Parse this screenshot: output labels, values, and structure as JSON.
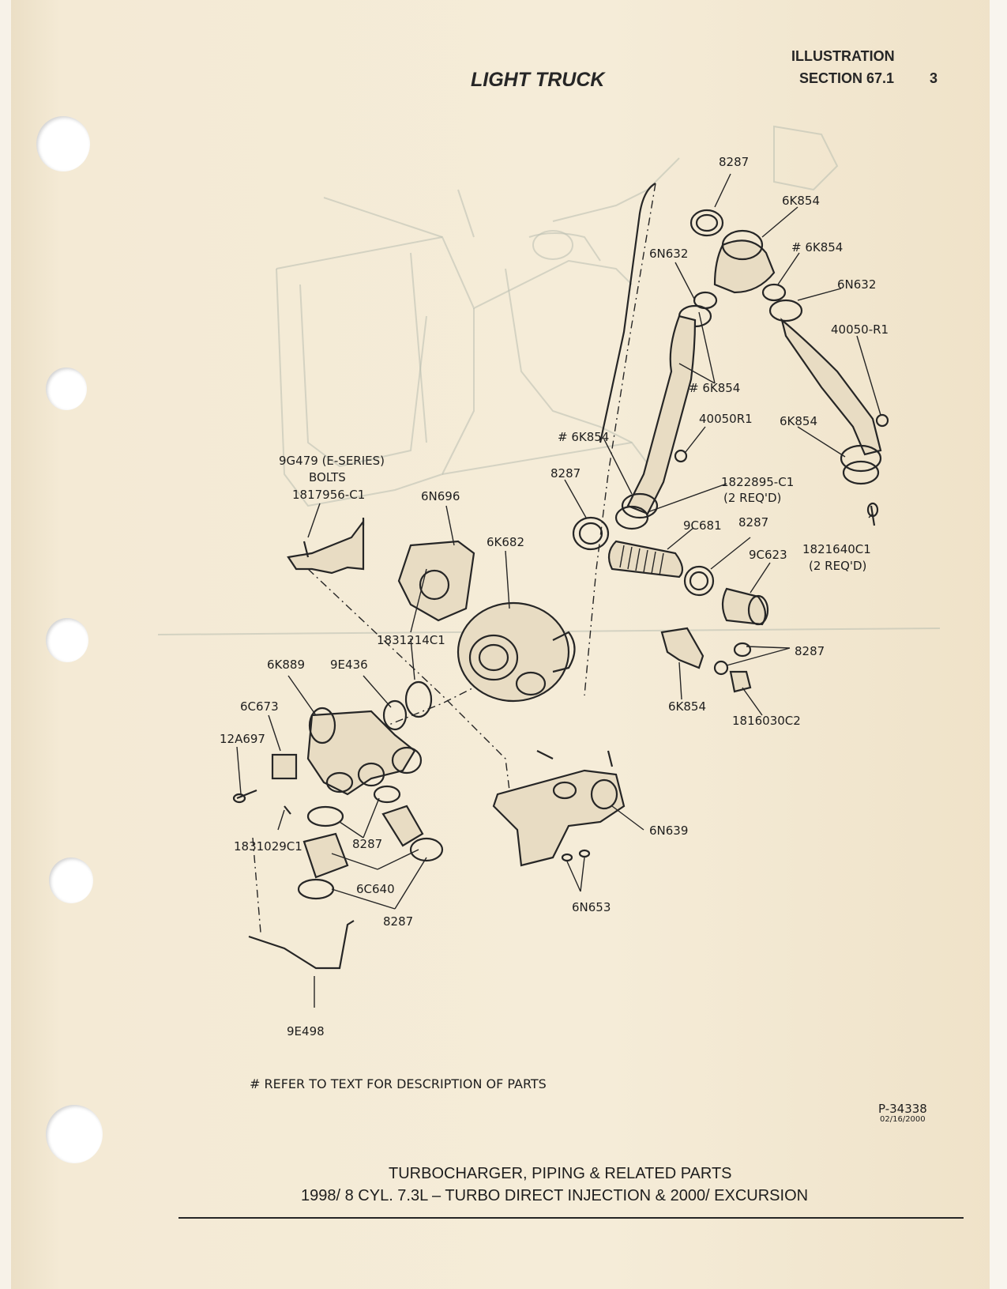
{
  "header": {
    "title": "LIGHT TRUCK",
    "illustration": "ILLUSTRATION",
    "section": "SECTION 67.1",
    "page_number": "3"
  },
  "labels": {
    "l1": "8287",
    "l2": "6K854",
    "l3": "# 6K854",
    "l4": "6N632",
    "l5": "6N632",
    "l6": "40050-R1",
    "l7": "# 6K854",
    "l8": "40050R1",
    "l9": "6K854",
    "l10": "# 6K854",
    "l11": "8287",
    "l12": "1822895-C1",
    "l13": "(2 REQ'D)",
    "l14": "9C681",
    "l15": "8287",
    "l16": "9C623",
    "l17": "1821640C1",
    "l18": "(2 REQ'D)",
    "l19": "9G479 (E-SERIES)",
    "l20": "BOLTS",
    "l21": "1817956-C1",
    "l22": "6N696",
    "l23": "6K682",
    "l24": "1831214C1",
    "l25": "6K889",
    "l26": "9E436",
    "l27": "6C673",
    "l28": "12A697",
    "l29": "8287",
    "l30": "6K854",
    "l31": "1816030C2",
    "l32": "6N639",
    "l33": "1831029C1",
    "l34": "8287",
    "l35": "6C640",
    "l36": "8287",
    "l37": "6N653",
    "l38": "9E498"
  },
  "note": "#  REFER TO TEXT FOR DESCRIPTION OF PARTS",
  "ref": {
    "number": "P-34338",
    "date": "02/16/2000"
  },
  "footer": {
    "line1": "TURBOCHARGER, PIPING & RELATED PARTS",
    "line2": "1998/ 8 CYL. 7.3L – TURBO DIRECT INJECTION & 2000/ EXCURSION"
  }
}
